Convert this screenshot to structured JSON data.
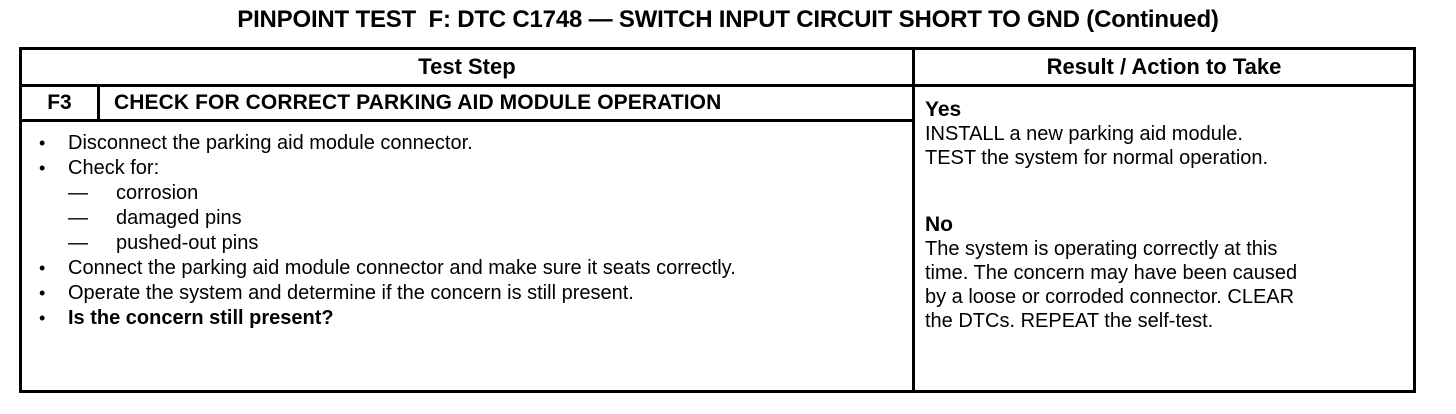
{
  "document": {
    "title_parts": {
      "prefix": "PINPOINT TEST",
      "test_letter": "F: DTC C1748",
      "dash": "—",
      "subject": "SWITCH INPUT CIRCUIT SHORT TO GND (Continued)"
    },
    "title_full": "PINPOINT TEST  F: DTC C1748 — SWITCH INPUT CIRCUIT SHORT TO GND (Continued)"
  },
  "table": {
    "headers": {
      "test_step": "Test Step",
      "result_action": "Result / Action to Take"
    },
    "step": {
      "id": "F3",
      "title": "CHECK FOR CORRECT PARKING AID MODULE OPERATION",
      "bullet_glyph": "•",
      "dash_glyph": "—",
      "items": [
        {
          "type": "bullet",
          "text": "Disconnect the parking aid module connector.",
          "bold": false
        },
        {
          "type": "bullet",
          "text": "Check for:",
          "bold": false
        },
        {
          "type": "sub",
          "text": "corrosion"
        },
        {
          "type": "sub",
          "text": "damaged pins"
        },
        {
          "type": "sub",
          "text": "pushed-out pins"
        },
        {
          "type": "bullet",
          "text": "Connect the parking aid module connector and make sure it seats correctly.",
          "bold": false
        },
        {
          "type": "bullet",
          "text": "Operate the system and determine if the concern is still present.",
          "bold": false
        },
        {
          "type": "bullet",
          "text": "Is the concern still present?",
          "bold": true
        }
      ]
    },
    "results": [
      {
        "label": "Yes",
        "lines": [
          "INSTALL a new parking aid module.",
          "TEST the system for normal operation."
        ]
      },
      {
        "label": "No",
        "lines": [
          "The system is operating correctly at this",
          "time. The concern may have been caused",
          "by a loose or corroded connector. CLEAR",
          "the DTCs. REPEAT the self-test."
        ]
      }
    ]
  },
  "colors": {
    "ink": "#000000",
    "paper": "#ffffff"
  }
}
